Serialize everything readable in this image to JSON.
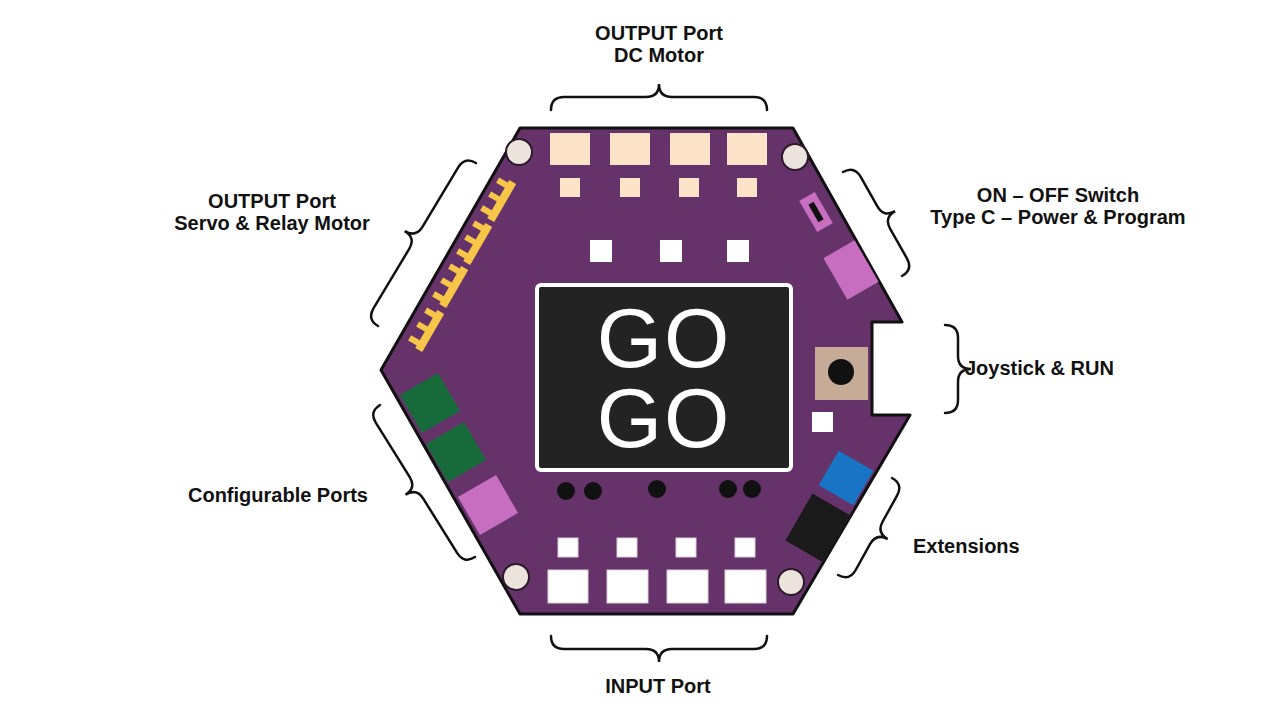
{
  "diagram": {
    "nodes": [
      {
        "text": [
          "GO GO"
        ]
      }
    ],
    "labels": [
      "OUTPUT Port DC Motor",
      "OUTPUT Port Servo & Relay Motor",
      "ON – OFF Switch Type C – Power & Program",
      "Joystick & RUN",
      "Configurable Ports",
      "Extensions",
      "INPUT Port"
    ]
  }
}
